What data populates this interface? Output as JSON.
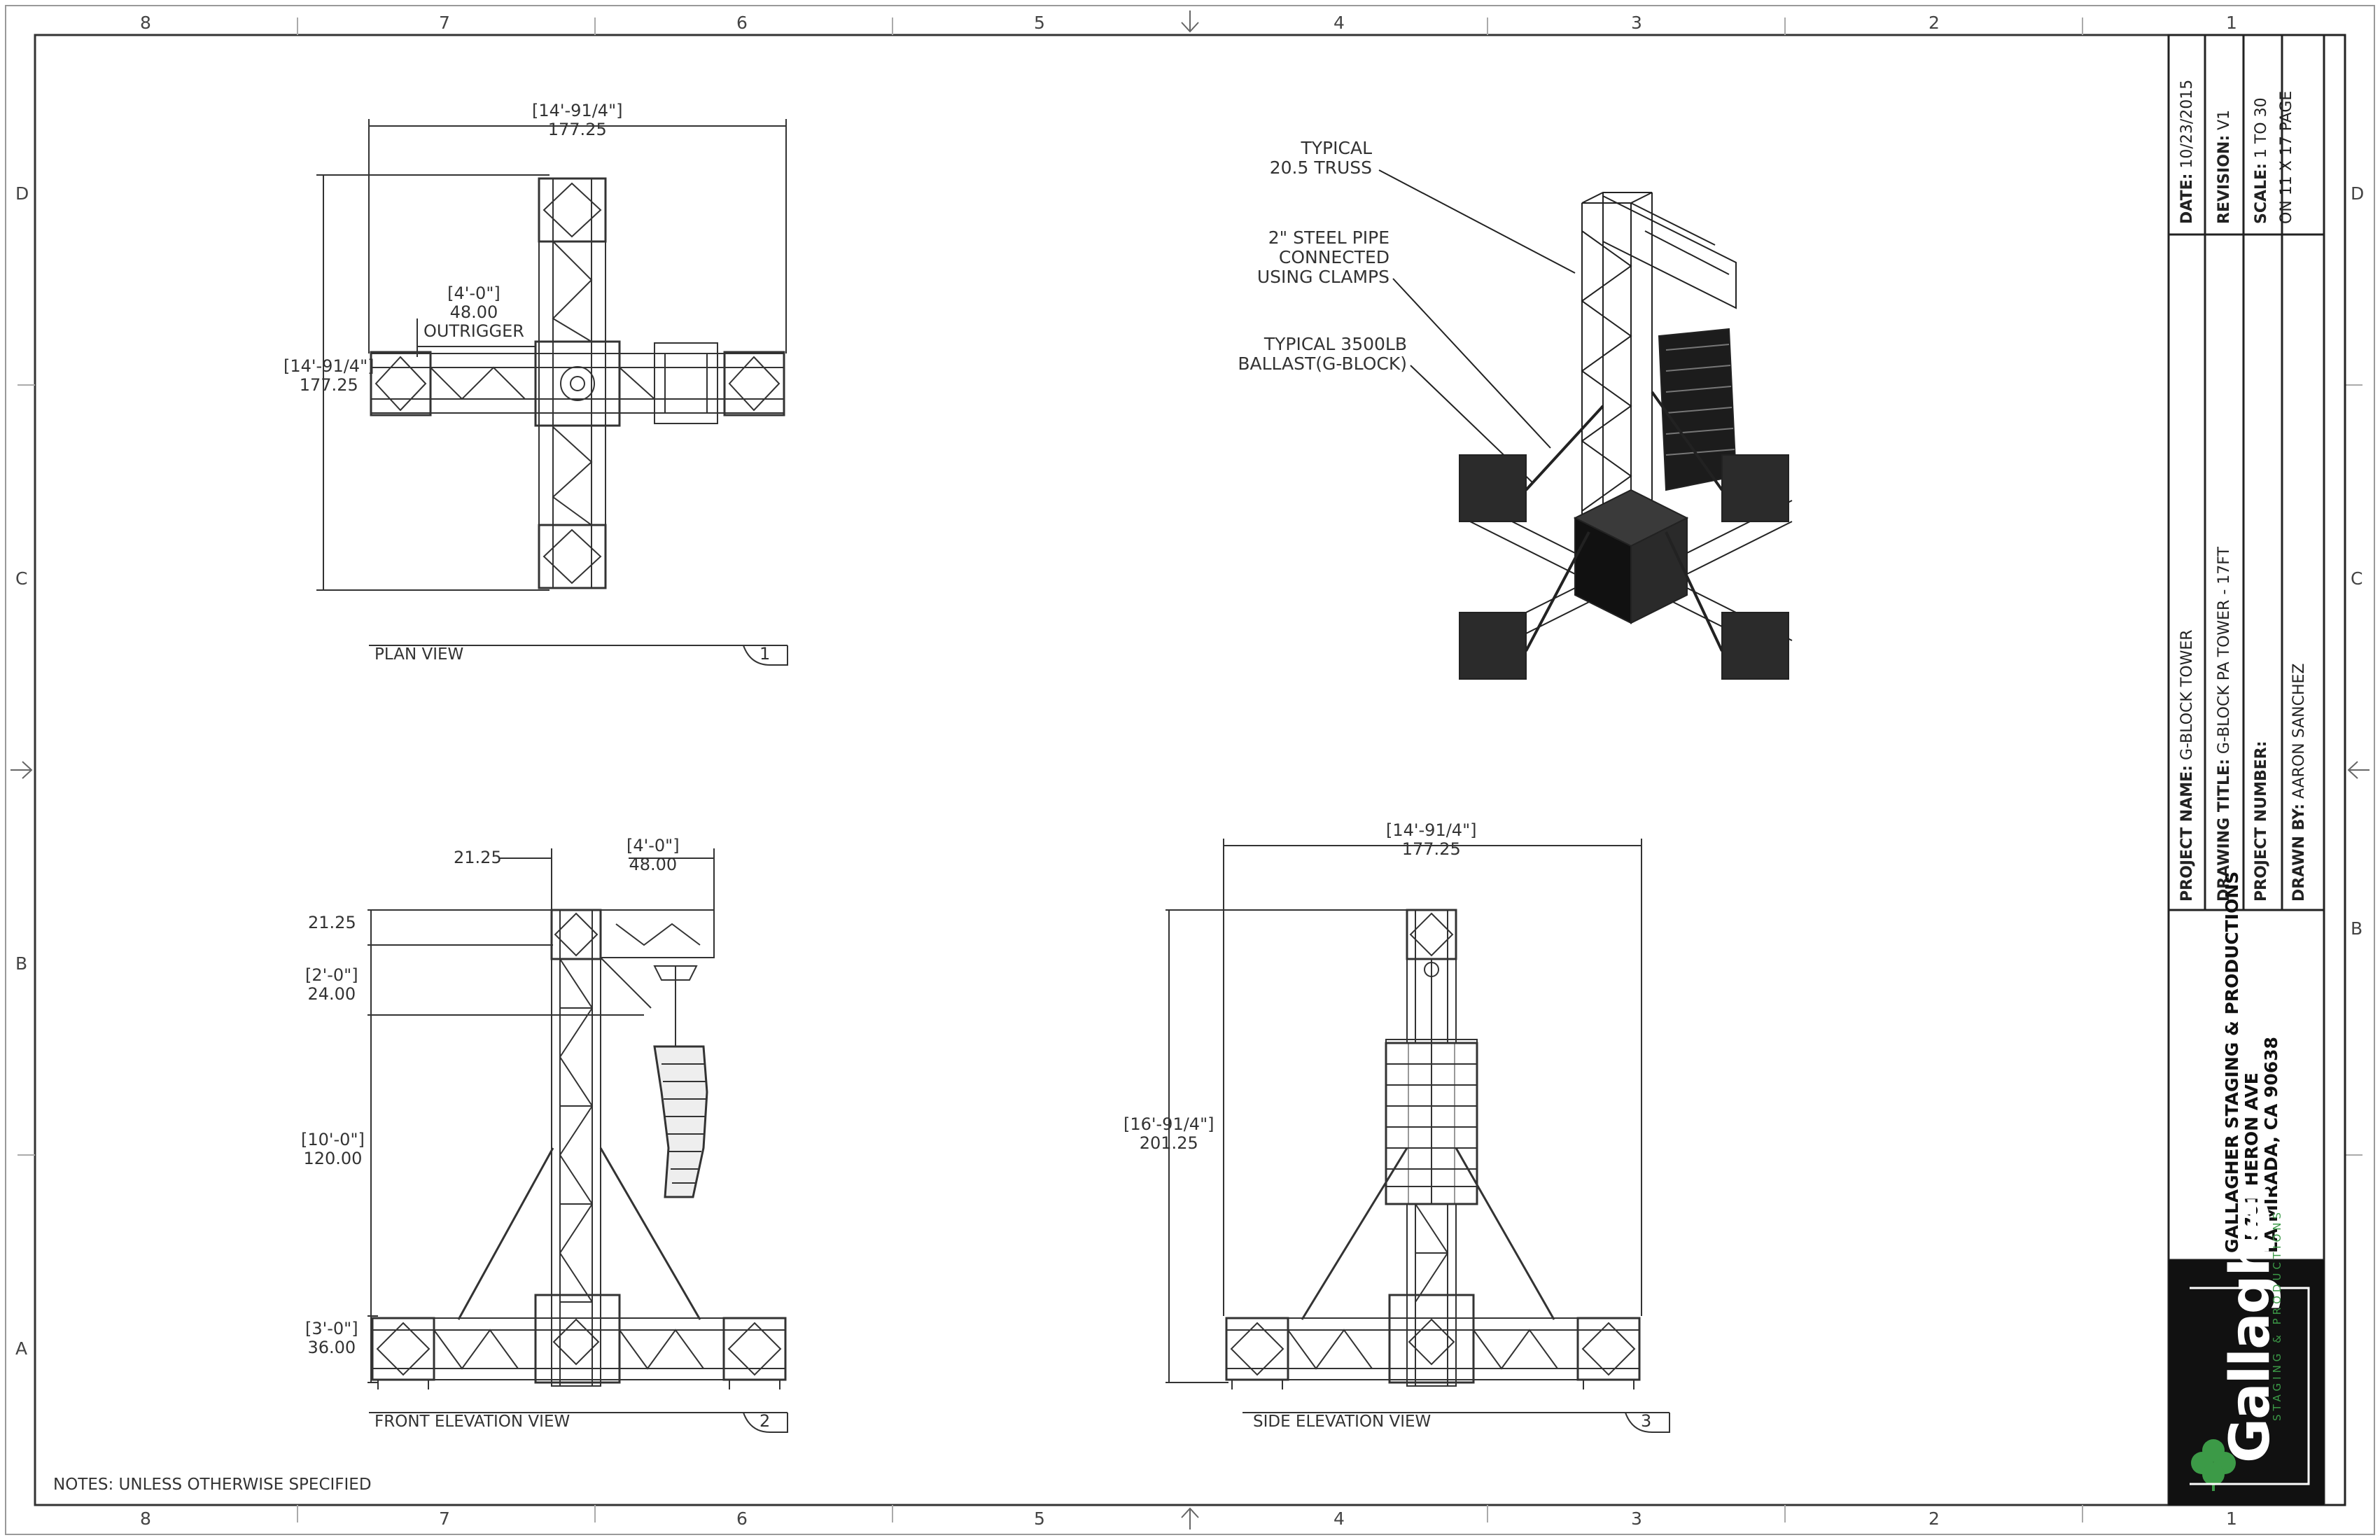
{
  "zones": {
    "top": [
      "8",
      "7",
      "6",
      "5",
      "4",
      "3",
      "2",
      "1"
    ],
    "bottom": [
      "8",
      "7",
      "6",
      "5",
      "4",
      "3",
      "2",
      "1"
    ],
    "left": [
      "D",
      "C",
      "B",
      "A"
    ],
    "right": [
      "D",
      "C",
      "B"
    ]
  },
  "views": {
    "plan": {
      "label": "PLAN VIEW",
      "number": "1"
    },
    "front": {
      "label": "FRONT ELEVATION VIEW",
      "number": "2"
    },
    "side": {
      "label": "SIDE ELEVATION VIEW",
      "number": "3"
    }
  },
  "dimensions": {
    "plan_width_ft": "14'-9",
    "plan_width_frac": "1/4\"",
    "plan_width_in": "177.25",
    "plan_height_ft": "14'-9",
    "plan_height_frac": "1/4\"",
    "plan_height_in": "177.25",
    "outrigger_ft": "4'-0\"",
    "outrigger_in": "48.00",
    "outrigger_label": "OUTRIGGER",
    "front_top_left": "21.25",
    "front_top_right_ft": "4'-0\"",
    "front_top_right_in": "48.00",
    "front_v1": "21.25",
    "front_v2_ft": "2'-0\"",
    "front_v2_in": "24.00",
    "front_v3_ft": "10'-0\"",
    "front_v3_in": "120.00",
    "front_v4_ft": "3'-0\"",
    "front_v4_in": "36.00",
    "side_width_ft": "14'-9",
    "side_width_frac": "1/4\"",
    "side_width_in": "177.25",
    "side_height_ft": "16'-9",
    "side_height_frac": "1/4\"",
    "side_height_in": "201.25"
  },
  "callouts": {
    "truss": [
      "TYPICAL",
      "20.5 TRUSS"
    ],
    "pipe": [
      "2\" STEEL PIPE",
      "CONNECTED",
      "USING CLAMPS"
    ],
    "ballast": [
      "TYPICAL 3500LB",
      "BALLAST(G-BLOCK)"
    ]
  },
  "notes": "NOTES: UNLESS OTHERWISE SPECIFIED",
  "title_block": {
    "date_label": "DATE:",
    "date": "10/23/2015",
    "revision_label": "REVISION:",
    "revision": "V1",
    "scale_label": "SCALE:",
    "scale": "1 TO 30",
    "scale_note": "ON 11 X 17 PAGE",
    "project_name_label": "PROJECT NAME:",
    "project_name": "G-BLOCK TOWER",
    "drawing_title_label": "DRAWING TITLE:",
    "drawing_title": "G-BLOCK PA TOWER - 17FT",
    "project_number_label": "PROJECT NUMBER:",
    "project_number": "",
    "drawn_by_label": "DRAWN BY:",
    "drawn_by": "AARON SANCHEZ",
    "company_line1": "GALLAGHER STAGING & PRODUCTIONS",
    "company_line2": "15701 HERON AVE",
    "company_line3": "LA MIRADA, CA 90638",
    "logo_word": "Gallagher",
    "logo_sub": "STAGING & PRODUCTIONS"
  },
  "colors": {
    "line": "#333333",
    "logo_bg": "#111111",
    "clover": "#3c9a47"
  }
}
